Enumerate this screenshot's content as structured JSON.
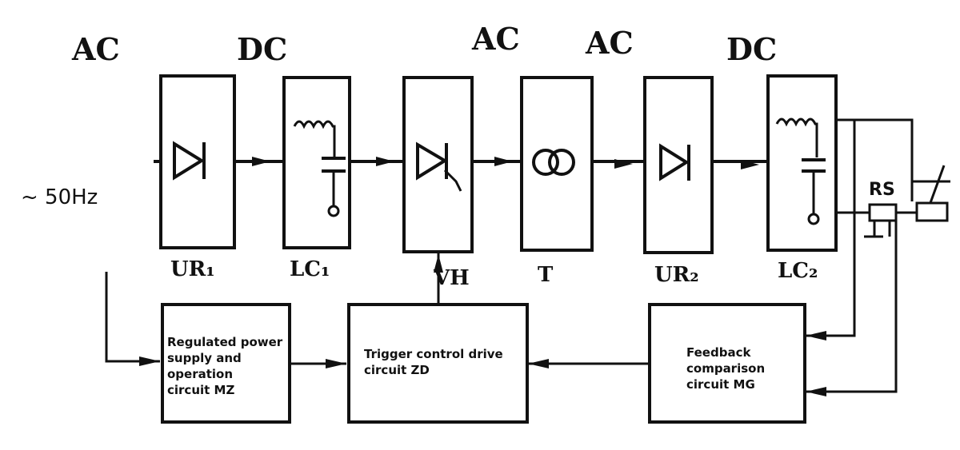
{
  "domain_labels": {
    "ac_input": "AC",
    "dc_after_rectifier": "DC",
    "ac_after_thyristor": "AC",
    "ac_after_transformer": "AC",
    "dc_output": "DC"
  },
  "input": {
    "frequency": "~ 50Hz"
  },
  "blocks": {
    "ur1": "UR₁",
    "lc1": "LC₁",
    "vh": "VH",
    "t": "T",
    "ur2": "UR₂",
    "lc2": "LC₂",
    "rs": "RS"
  },
  "control_blocks": {
    "mz": [
      "Regulated power",
      "supply and",
      "operation",
      "circuit MZ"
    ],
    "zd": [
      "Trigger control drive",
      "circuit ZD"
    ],
    "mg": [
      "Feedback",
      "comparison",
      "circuit MG"
    ]
  }
}
